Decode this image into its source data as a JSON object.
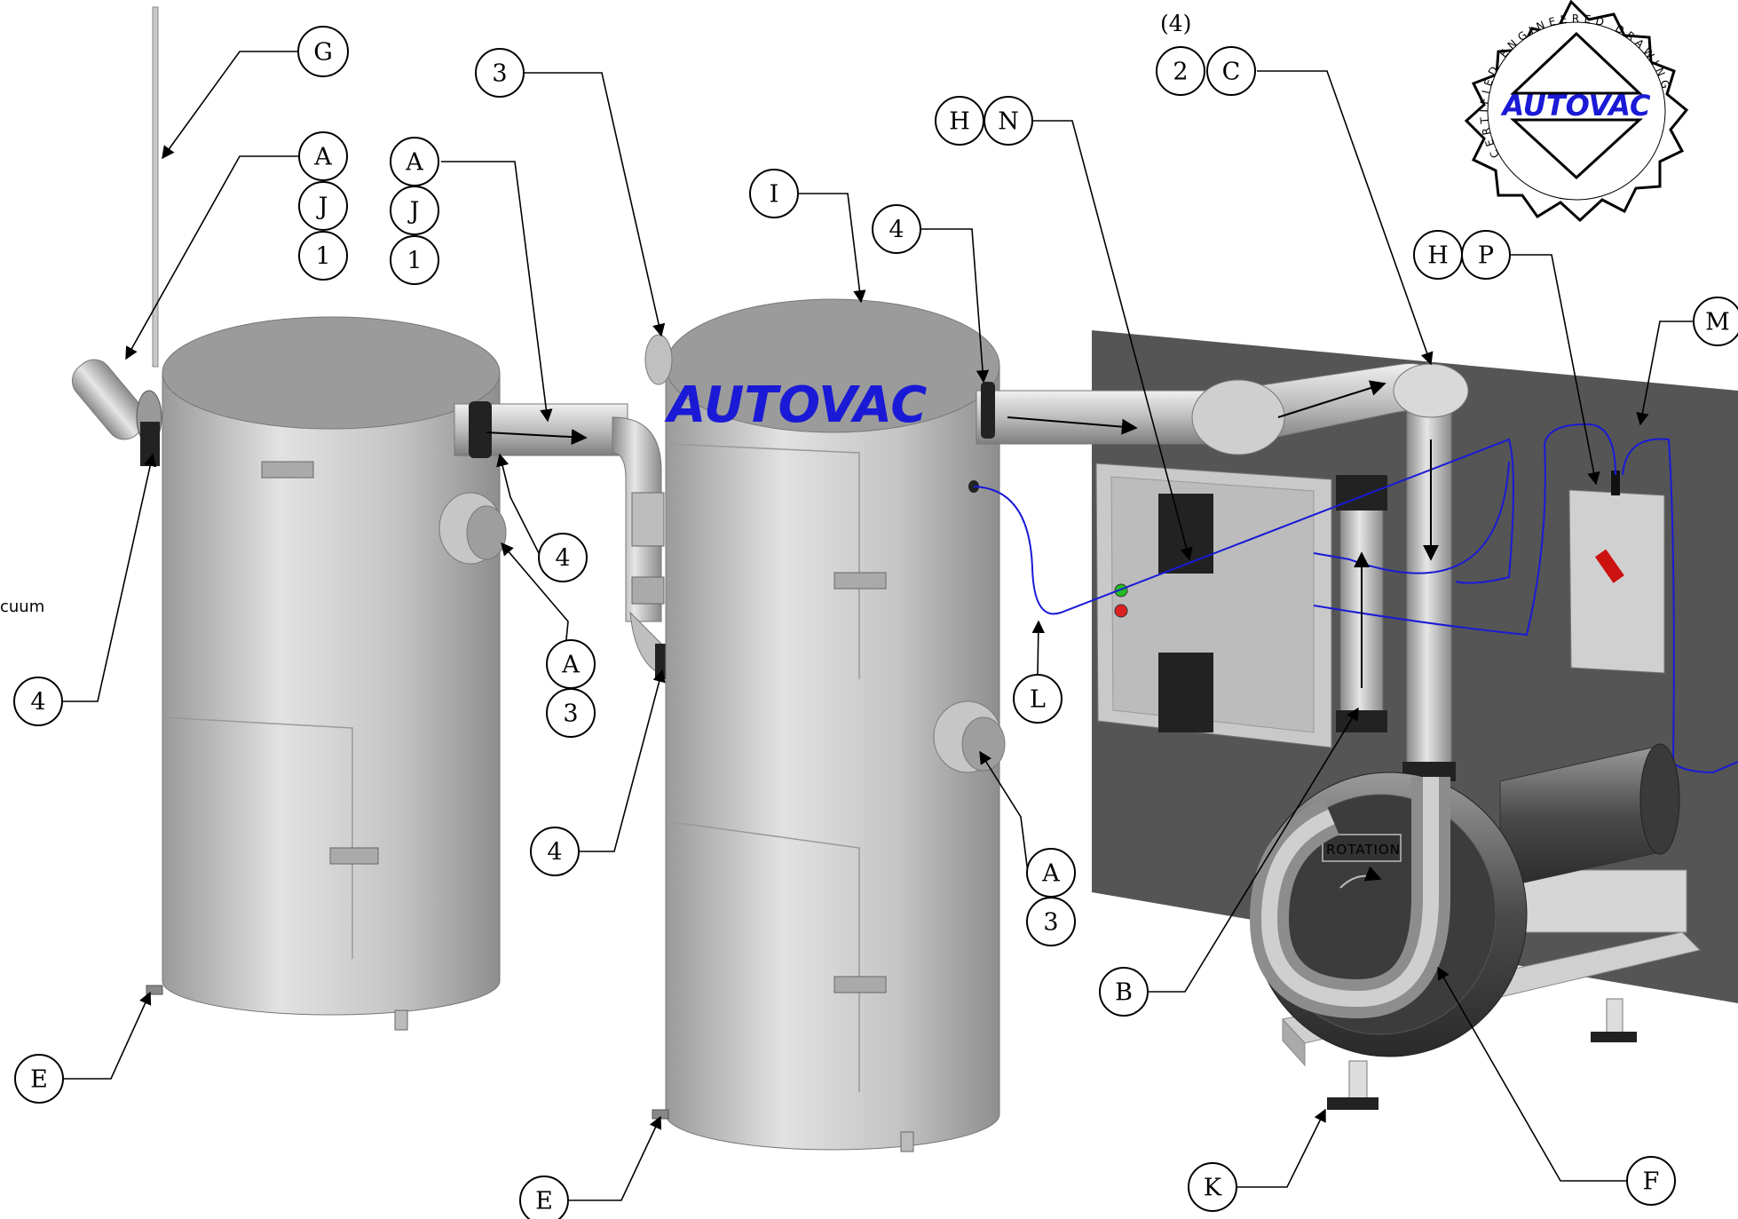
{
  "edge_text": "cuum",
  "quantity_note": "(4)",
  "brand": {
    "name": "AUTOVAC",
    "color": "#1a1ad6",
    "seal_text": "CERTIFIED ENGINEERED DRAWING"
  },
  "equipment": {
    "rotation_label": "ROTATION"
  },
  "callouts": {
    "g_top": "G",
    "a_left": "A",
    "j_left": "J",
    "one_left": "1",
    "a_mid": "A",
    "j_mid": "J",
    "one_mid": "1",
    "three_top": "3",
    "i_top": "I",
    "four_top": "4",
    "h_n": "H",
    "n": "N",
    "two": "2",
    "c": "C",
    "h_p": "H",
    "p": "P",
    "m": "M",
    "four_right_pipe": "4",
    "a_side1": "A",
    "three_side1": "3",
    "four_left": "4",
    "l": "L",
    "four_lower": "4",
    "a_side2": "A",
    "three_side2": "3",
    "b": "B",
    "e_left": "E",
    "e_mid": "E",
    "k": "K",
    "f": "F"
  },
  "colors": {
    "tank_light": "#d9d9d9",
    "tank_dark": "#8c8c8c",
    "panel": "#555555",
    "wire": "#1a1ad6",
    "start_button": "#22bb22",
    "stop_button": "#dd2222"
  }
}
